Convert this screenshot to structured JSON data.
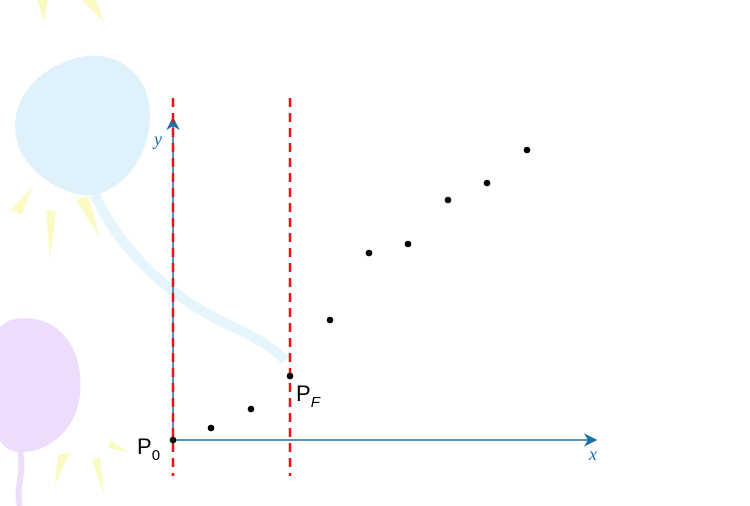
{
  "axes": {
    "x_label": "x",
    "y_label": "y",
    "color": "#1f6fa6"
  },
  "guide_color": "#e8141b",
  "point_color": "#000000",
  "labels": {
    "p0_main": "P",
    "p0_sub": "0",
    "pf_main": "P",
    "pf_sub": "F"
  },
  "decorations": {
    "balloon_blue": "#dff1fb",
    "balloon_purple": "#eedcfb",
    "ray_yellow": "#fafac2",
    "string_blue": "#e6f4fc"
  }
}
